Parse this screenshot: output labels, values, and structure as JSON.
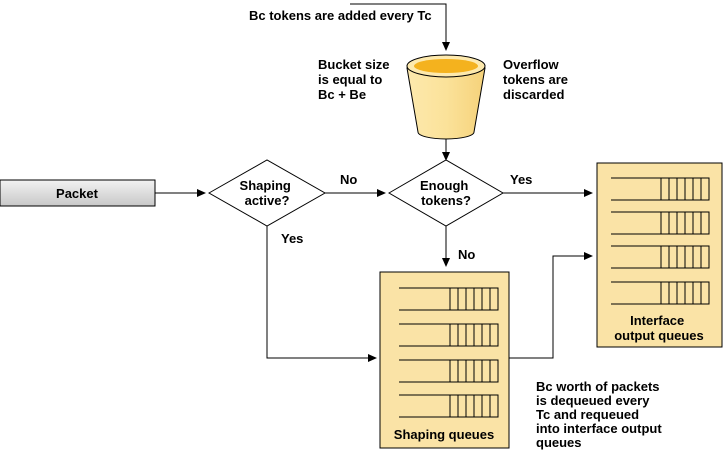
{
  "top_note": "Bc tokens are added every Tc",
  "bucket_size": [
    "Bucket size",
    "is equal to",
    "Bc + Be"
  ],
  "overflow": [
    "Overflow",
    "tokens are",
    "discarded"
  ],
  "packet": "Packet",
  "decision_shaping": [
    "Shaping",
    "active?"
  ],
  "decision_tokens": [
    "Enough",
    "tokens?"
  ],
  "label_no_1": "No",
  "label_yes_1": "Yes",
  "label_yes_2": "Yes",
  "label_no_2": "No",
  "shaping_queues": "Shaping queues",
  "interface_queues": [
    "Interface",
    "output queues"
  ],
  "dequeue_note": [
    "Bc worth of packets",
    "is dequeued every",
    "Tc and requeued",
    "into interface output",
    "queues"
  ],
  "colors": {
    "queue_box": "#fae3a6",
    "bucket_body": "#fbe29a",
    "bucket_top": "#f4b21e",
    "packet_box": "#d9d9d9",
    "decision": "#ffffff",
    "line": "#000000"
  }
}
